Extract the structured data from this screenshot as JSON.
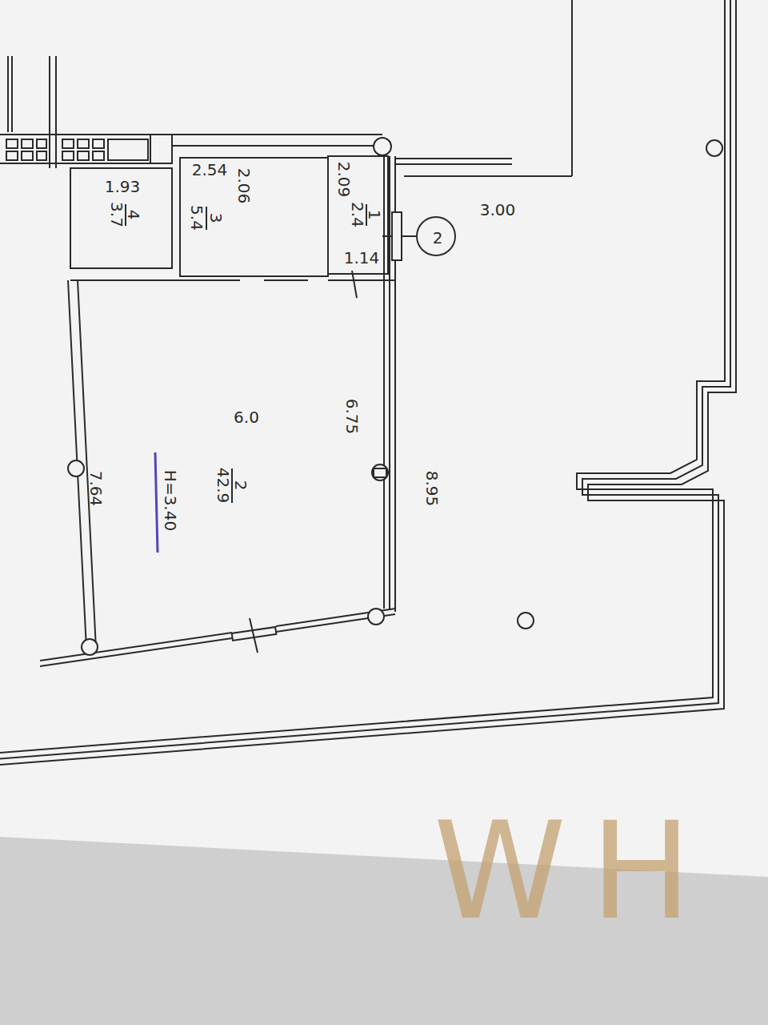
{
  "diagram": {
    "nodes": [
      {
        "text": [
          "4",
          "3.7"
        ]
      },
      {
        "text": [
          "3",
          "5.4"
        ]
      },
      {
        "text": [
          "1",
          "2.4"
        ]
      },
      {
        "text": [
          "2",
          "42.9"
        ]
      },
      {
        "text": [
          "2"
        ]
      }
    ],
    "labels": [
      "1.93",
      "2.54",
      "2.06",
      "2.09",
      "1.14",
      "3.00",
      "6.0",
      "6.75",
      "8.95",
      "7.64",
      "H=3.40",
      "WH"
    ]
  }
}
